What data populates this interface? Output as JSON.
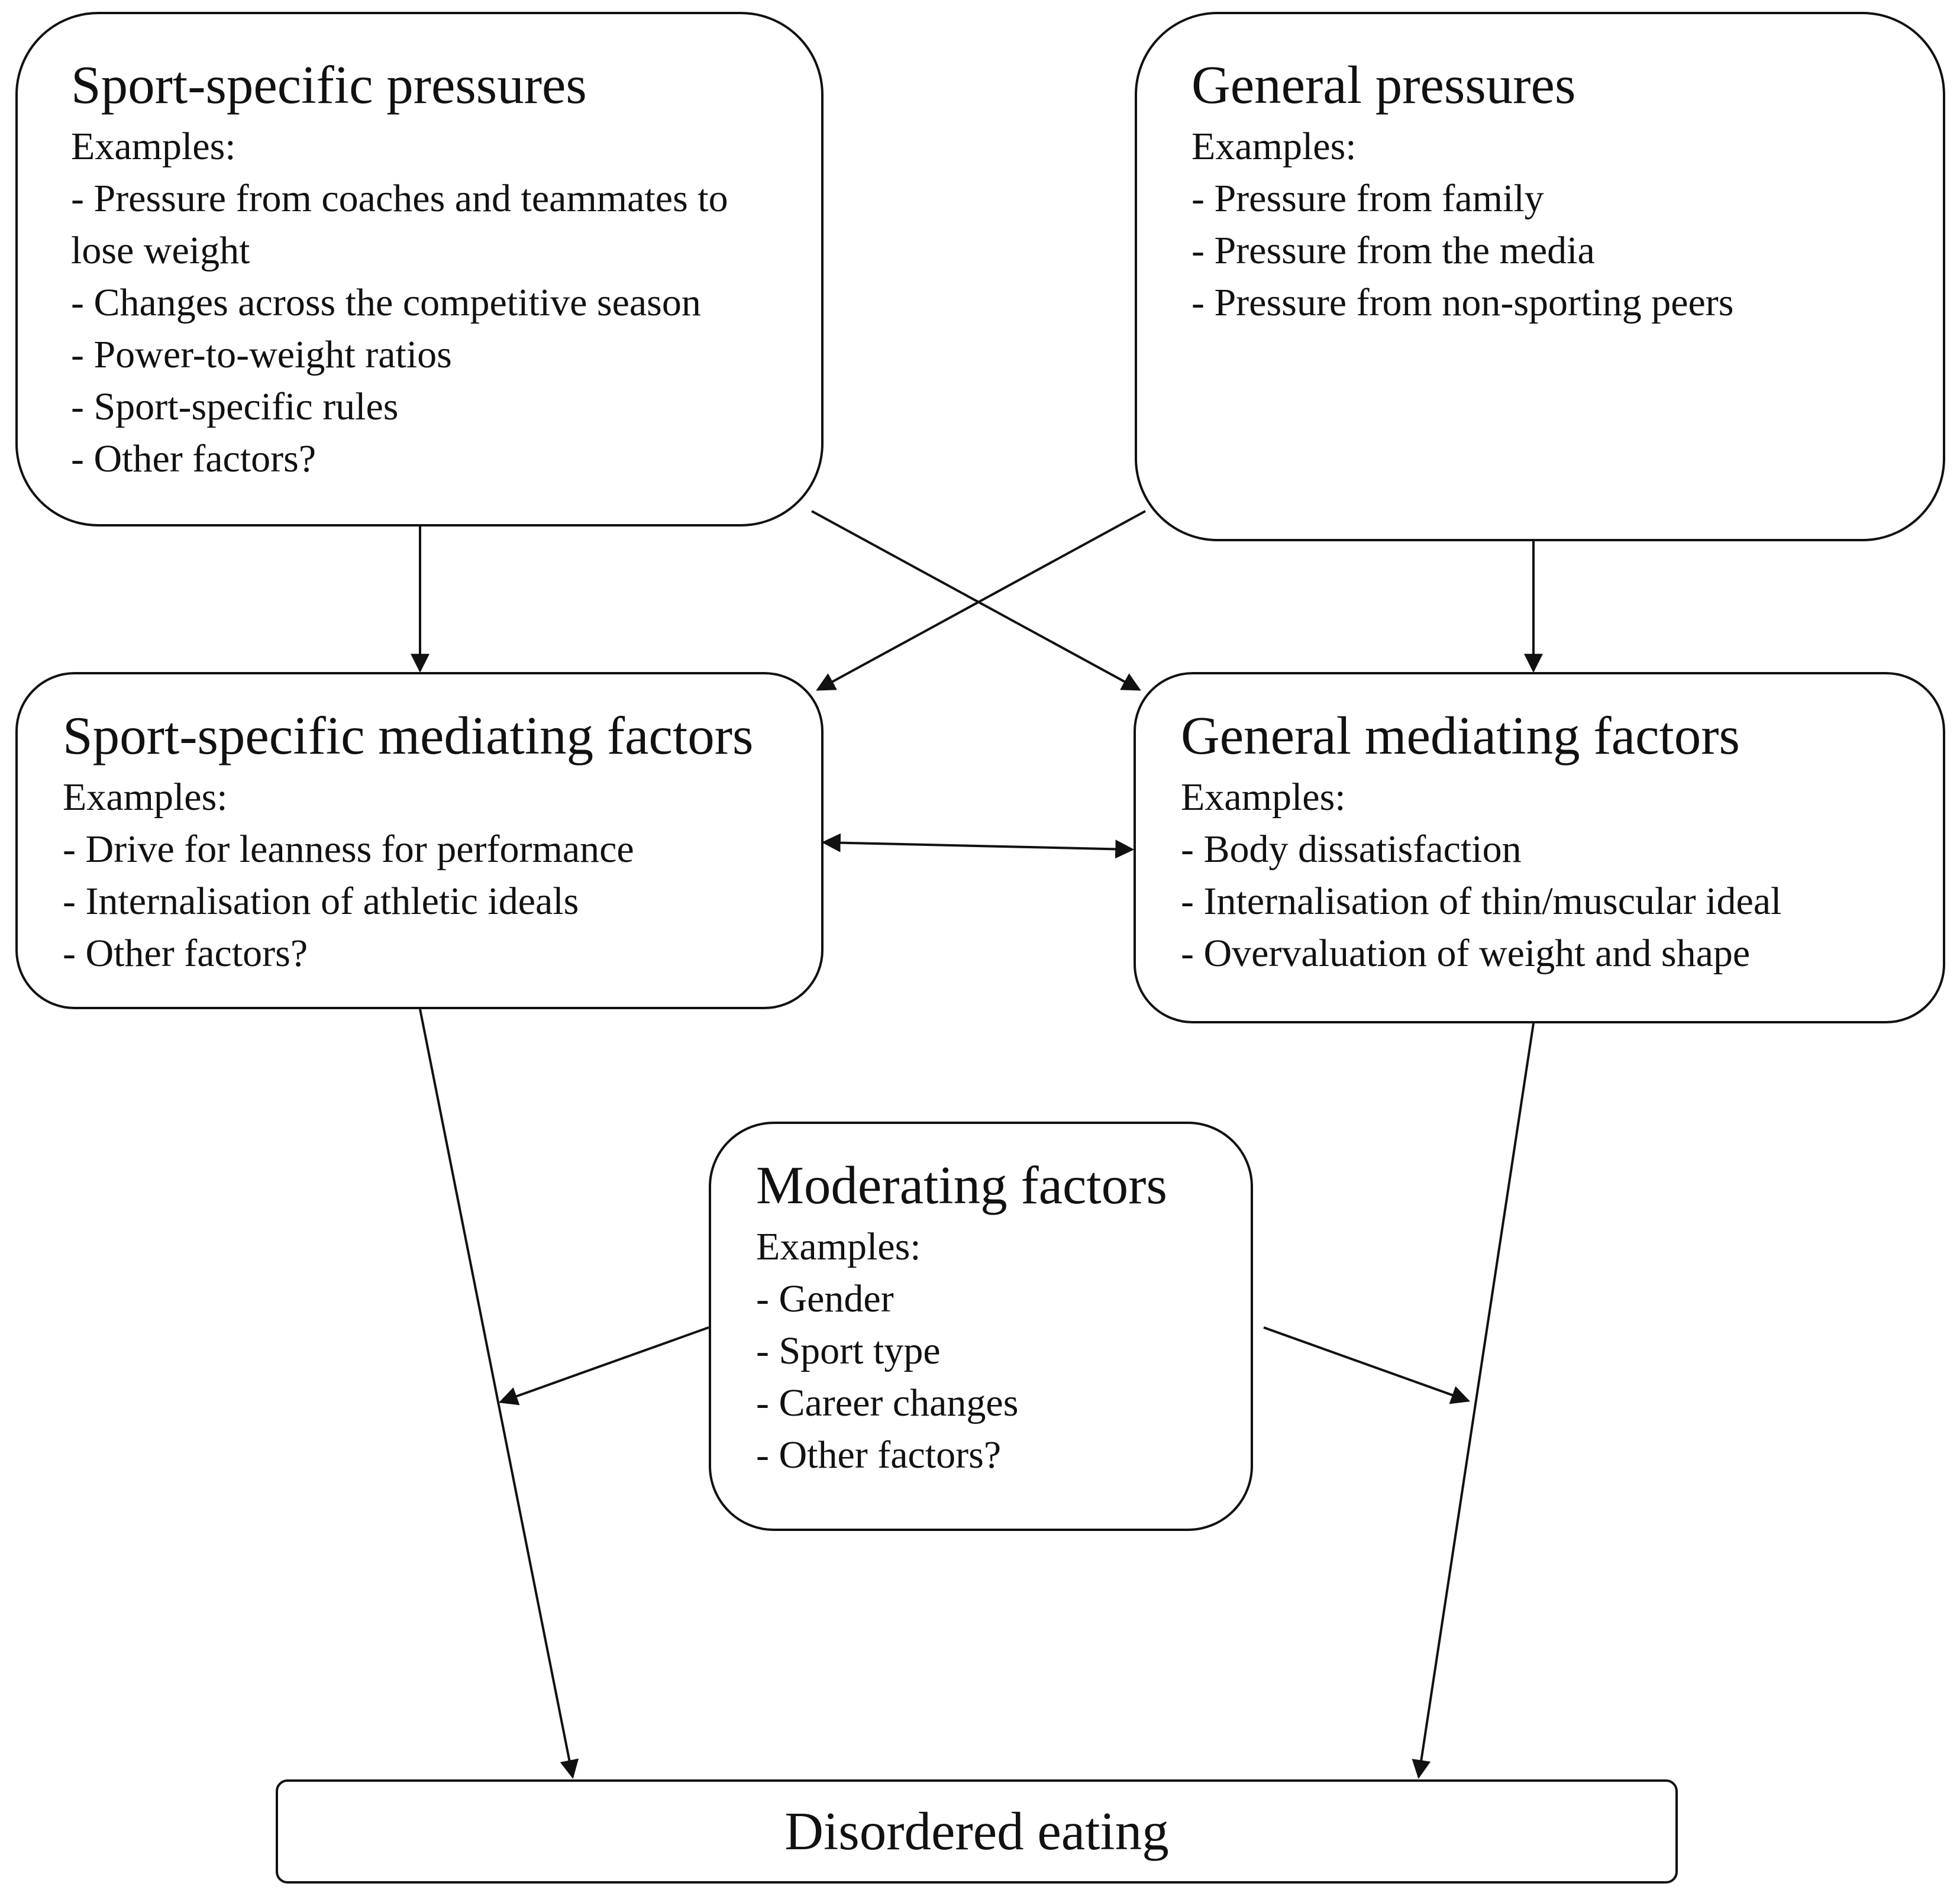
{
  "diagram": {
    "sport_pressures": {
      "title": "Sport-specific pressures",
      "subtitle": "Examples:",
      "items": [
        "- Pressure from coaches and teammates to lose weight",
        "- Changes across the competitive season",
        "- Power-to-weight ratios",
        "- Sport-specific rules",
        "- Other factors?"
      ]
    },
    "general_pressures": {
      "title": "General pressures",
      "subtitle": "Examples:",
      "items": [
        "- Pressure from family",
        "- Pressure from the media",
        "- Pressure from non-sporting peers"
      ]
    },
    "sport_mediating": {
      "title": "Sport-specific mediating factors",
      "subtitle": "Examples:",
      "items": [
        "- Drive for leanness for performance",
        "- Internalisation of athletic ideals",
        "- Other factors?"
      ]
    },
    "general_mediating": {
      "title": "General mediating factors",
      "subtitle": "Examples:",
      "items": [
        "- Body dissatisfaction",
        "- Internalisation of thin/muscular ideal",
        "- Overvaluation of weight and shape"
      ]
    },
    "moderating": {
      "title": "Moderating factors",
      "subtitle": "Examples:",
      "items": [
        "- Gender",
        "- Sport type",
        "- Career changes",
        "- Other factors?"
      ]
    },
    "outcome": {
      "title": "Disordered eating"
    },
    "colors": {
      "stroke": "#111111",
      "background": "#ffffff",
      "text": "#111111"
    }
  }
}
